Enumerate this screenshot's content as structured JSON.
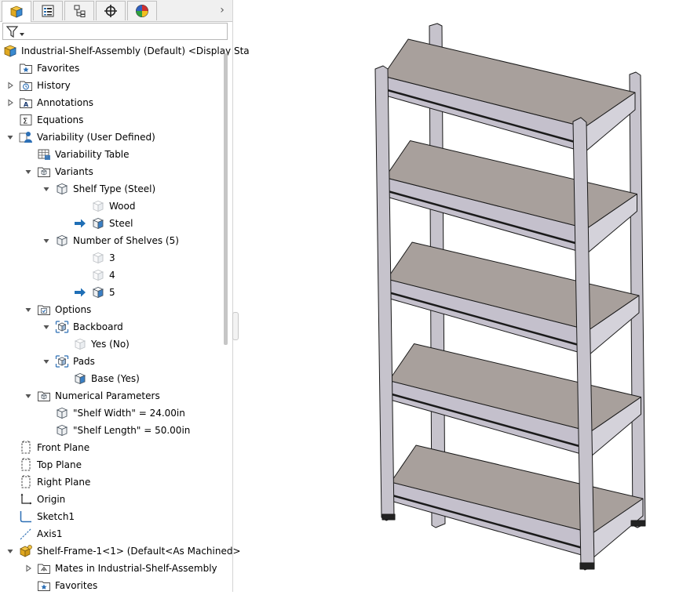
{
  "tabs": [
    {
      "name": "feature-manager",
      "icon": "feature-manager-icon",
      "active": true
    },
    {
      "name": "property-manager",
      "icon": "property-manager-icon",
      "active": false
    },
    {
      "name": "configuration-manager",
      "icon": "configuration-manager-icon",
      "active": false
    },
    {
      "name": "dimxpert-manager",
      "icon": "crosshair-icon",
      "active": false
    },
    {
      "name": "display-manager",
      "icon": "appearance-icon",
      "active": false
    }
  ],
  "tabs_more": "›",
  "filter": {
    "icon": "filter-icon",
    "has_dropdown": true
  },
  "tree": {
    "root_label": "Industrial-Shelf-Assembly (Default) <Display Sta",
    "items": [
      {
        "label": "Favorites",
        "icon": "favorites-icon",
        "level": 1,
        "expander": "none"
      },
      {
        "label": "History",
        "icon": "history-icon",
        "level": 1,
        "expander": "collapsed"
      },
      {
        "label": "Annotations",
        "icon": "annotations-icon",
        "level": 1,
        "expander": "collapsed"
      },
      {
        "label": "Equations",
        "icon": "equations-icon",
        "level": 1,
        "expander": "none"
      },
      {
        "label": "Variability (User Defined)",
        "icon": "variability-icon",
        "level": 1,
        "expander": "expanded"
      },
      {
        "label": "Variability Table",
        "icon": "table-icon",
        "level": 2,
        "expander": "none"
      },
      {
        "label": "Variants",
        "icon": "variants-folder-icon",
        "level": 2,
        "expander": "expanded"
      },
      {
        "label": "Shelf Type (Steel)",
        "icon": "parameter-group-icon",
        "level": 3,
        "expander": "expanded"
      },
      {
        "label": "Wood",
        "icon": "config-option-dim-icon",
        "level": 5,
        "expander": "none"
      },
      {
        "label": "Steel",
        "icon": "config-option-icon",
        "level": 5,
        "expander": "none",
        "current": true
      },
      {
        "label": "Number of Shelves (5)",
        "icon": "parameter-group-icon",
        "level": 3,
        "expander": "expanded"
      },
      {
        "label": "3",
        "icon": "config-option-dim-icon",
        "level": 5,
        "expander": "none"
      },
      {
        "label": "4",
        "icon": "config-option-dim-icon",
        "level": 5,
        "expander": "none"
      },
      {
        "label": "5",
        "icon": "config-option-icon",
        "level": 5,
        "expander": "none",
        "current": true
      },
      {
        "label": "Options",
        "icon": "options-folder-icon",
        "level": 2,
        "expander": "expanded"
      },
      {
        "label": "Backboard",
        "icon": "option-group-icon",
        "level": 3,
        "expander": "expanded"
      },
      {
        "label": "Yes (No)",
        "icon": "config-option-dim-icon",
        "level": 4,
        "expander": "none"
      },
      {
        "label": "Pads",
        "icon": "option-group-icon",
        "level": 3,
        "expander": "expanded"
      },
      {
        "label": "Base (Yes)",
        "icon": "config-option-icon",
        "level": 4,
        "expander": "none"
      },
      {
        "label": "Numerical Parameters",
        "icon": "numerical-folder-icon",
        "level": 2,
        "expander": "expanded"
      },
      {
        "label": "\"Shelf Width\" = 24.00in",
        "icon": "parameter-group-icon",
        "level": 3,
        "expander": "none"
      },
      {
        "label": "\"Shelf Length\" = 50.00in",
        "icon": "parameter-group-icon",
        "level": 3,
        "expander": "none"
      },
      {
        "label": "Front Plane",
        "icon": "plane-icon",
        "level": 1,
        "expander": "none"
      },
      {
        "label": "Top Plane",
        "icon": "plane-icon",
        "level": 1,
        "expander": "none"
      },
      {
        "label": "Right Plane",
        "icon": "plane-icon",
        "level": 1,
        "expander": "none"
      },
      {
        "label": "Origin",
        "icon": "origin-icon",
        "level": 1,
        "expander": "none"
      },
      {
        "label": "Sketch1",
        "icon": "sketch-icon",
        "level": 1,
        "expander": "none"
      },
      {
        "label": "Axis1",
        "icon": "axis-icon",
        "level": 1,
        "expander": "none"
      },
      {
        "label": "Shelf-Frame-1<1> (Default<As Machined>",
        "icon": "part-icon",
        "level": 1,
        "expander": "expanded"
      },
      {
        "label": "Mates in Industrial-Shelf-Assembly",
        "icon": "mates-icon",
        "level": 2,
        "expander": "collapsed"
      },
      {
        "label": "Favorites",
        "icon": "favorites-icon",
        "level": 2,
        "expander": "none"
      }
    ]
  },
  "colors": {
    "shelf_top": "#a8a09c",
    "shelf_front": "#c4c0cc",
    "frame": "#c6c3cc",
    "edge": "#1a1a1a",
    "assembly_icon": "#e5b020",
    "current_arrow": "#1f6fb6"
  }
}
